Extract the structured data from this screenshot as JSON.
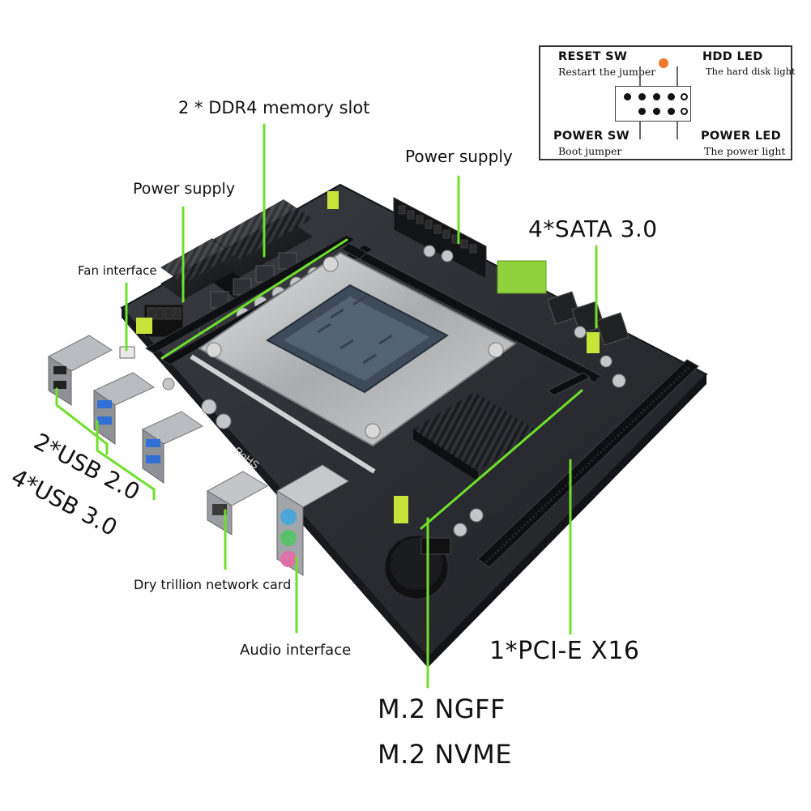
{
  "labels": {
    "memory_slot": "2 * DDR4 memory slot",
    "power_supply_top": "Power supply",
    "power_supply_left": "Power supply",
    "sata": "4*SATA 3.0",
    "fan_interface": "Fan interface",
    "usb2": "2*USB 2.0",
    "usb3": "4*USB 3.0",
    "network": "Dry trillion network card",
    "audio": "Audio interface",
    "pcie": "1*PCI-E X16",
    "m2_ngff": "M.2 NGFF",
    "m2_nvme": "M.2 NVME"
  },
  "panel_legend": {
    "reset_title": "RESET SW",
    "reset_desc": "Restart the jumper",
    "hdd_title": "HDD LED",
    "hdd_desc": "The hard disk light",
    "power_sw_title": "POWER SW",
    "power_sw_desc": "Boot jumper",
    "power_led_title": "POWER LED",
    "power_led_desc": "The power light"
  },
  "board_markings": {
    "rohs": "RoHS"
  },
  "colors": {
    "leader_line": "#6fe02a",
    "pcb": "#2a2c31",
    "slot_yellow": "#c8e43a",
    "sata_green": "#8fd13b",
    "audio_blue": "#4aa7d8",
    "audio_green": "#5cc26a",
    "audio_pink": "#e070a8",
    "usb3_blue": "#2f6fd6",
    "pin_marker": "#f07a2a"
  }
}
